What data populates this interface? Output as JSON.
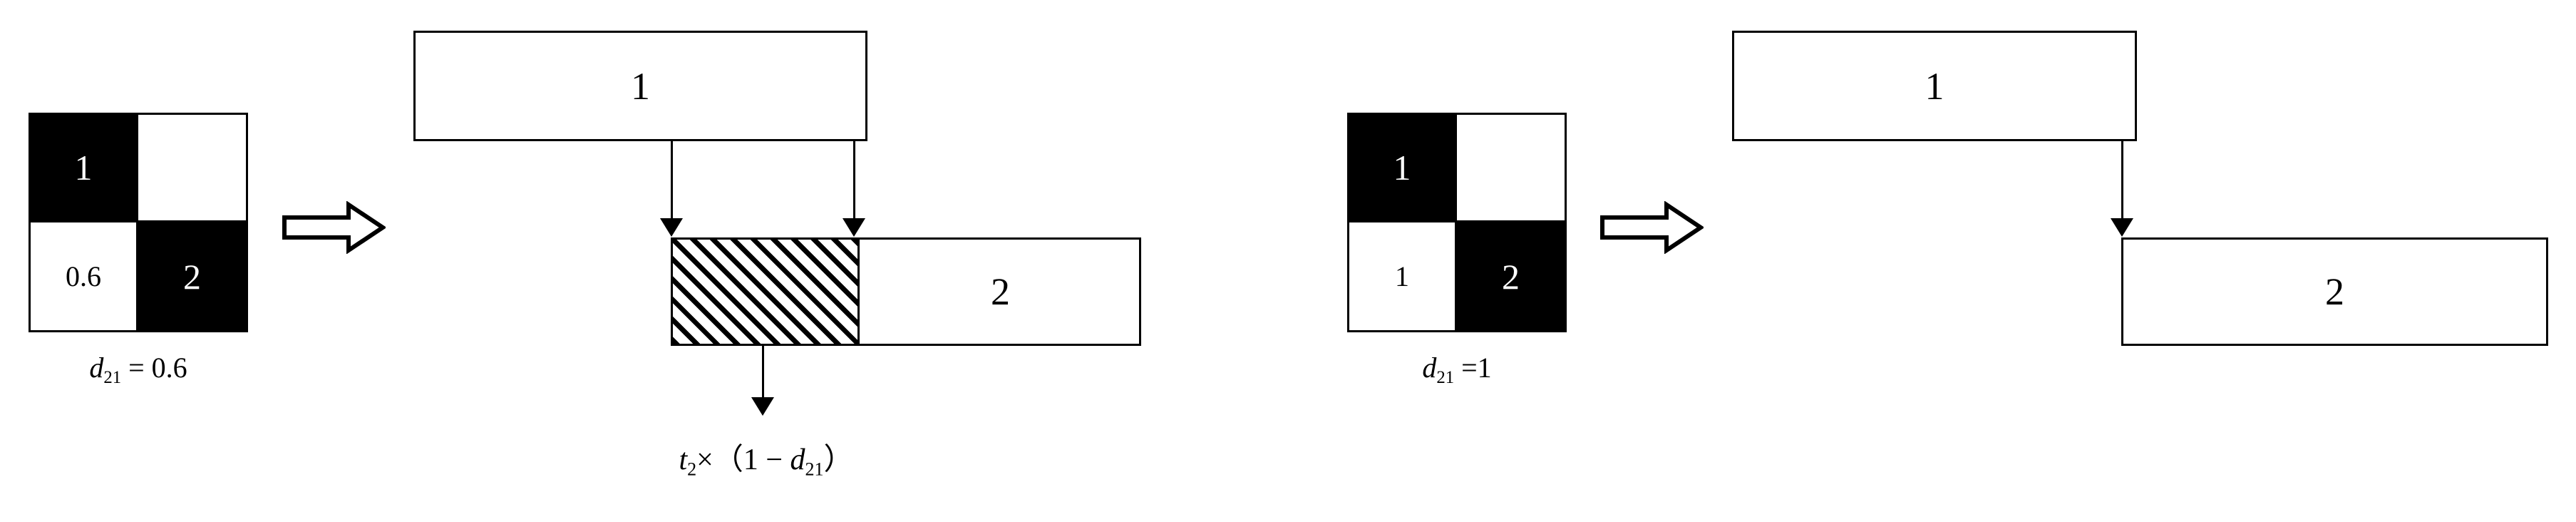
{
  "figure": {
    "type": "diagram",
    "description": "Two side-by-side schematics showing how the dependency strength d21 shifts the start of task 2 relative to task 1 in a Gantt-style schedule.",
    "panels": [
      {
        "id": "left-panel",
        "matrix": {
          "name": "dependency-matrix",
          "rows": [
            [
              {
                "text": "1",
                "fill": "black"
              },
              {
                "text": "",
                "fill": "white"
              }
            ],
            [
              {
                "text": "0.6",
                "fill": "white"
              },
              {
                "text": "2",
                "fill": "black"
              }
            ]
          ]
        },
        "caption": {
          "symbol": "d",
          "subscript": "21",
          "relation": "=",
          "value": "0.6"
        },
        "implication_arrow": "implication-arrow",
        "gantt": {
          "task1_label": "1",
          "task2_label": "2",
          "overlap_region": "hatched-overlap"
        },
        "annotation": {
          "term1": "t",
          "term1_sub": "2",
          "operator": "×",
          "open_paren": "（",
          "one": "1",
          "minus": "−",
          "term2": "d",
          "term2_sub": "21",
          "close_paren": "）"
        }
      },
      {
        "id": "right-panel",
        "matrix": {
          "name": "dependency-matrix",
          "rows": [
            [
              {
                "text": "1",
                "fill": "black"
              },
              {
                "text": "",
                "fill": "white"
              }
            ],
            [
              {
                "text": "1",
                "fill": "white"
              },
              {
                "text": "2",
                "fill": "black"
              }
            ]
          ]
        },
        "caption": {
          "symbol": "d",
          "subscript": "21",
          "relation": "=",
          "value": "1"
        },
        "implication_arrow": "implication-arrow",
        "gantt": {
          "task1_label": "1",
          "task2_label": "2"
        }
      }
    ]
  },
  "colors": {
    "stroke": "#000000",
    "fill_black": "#000000",
    "fill_white": "#ffffff",
    "background": "#ffffff"
  }
}
